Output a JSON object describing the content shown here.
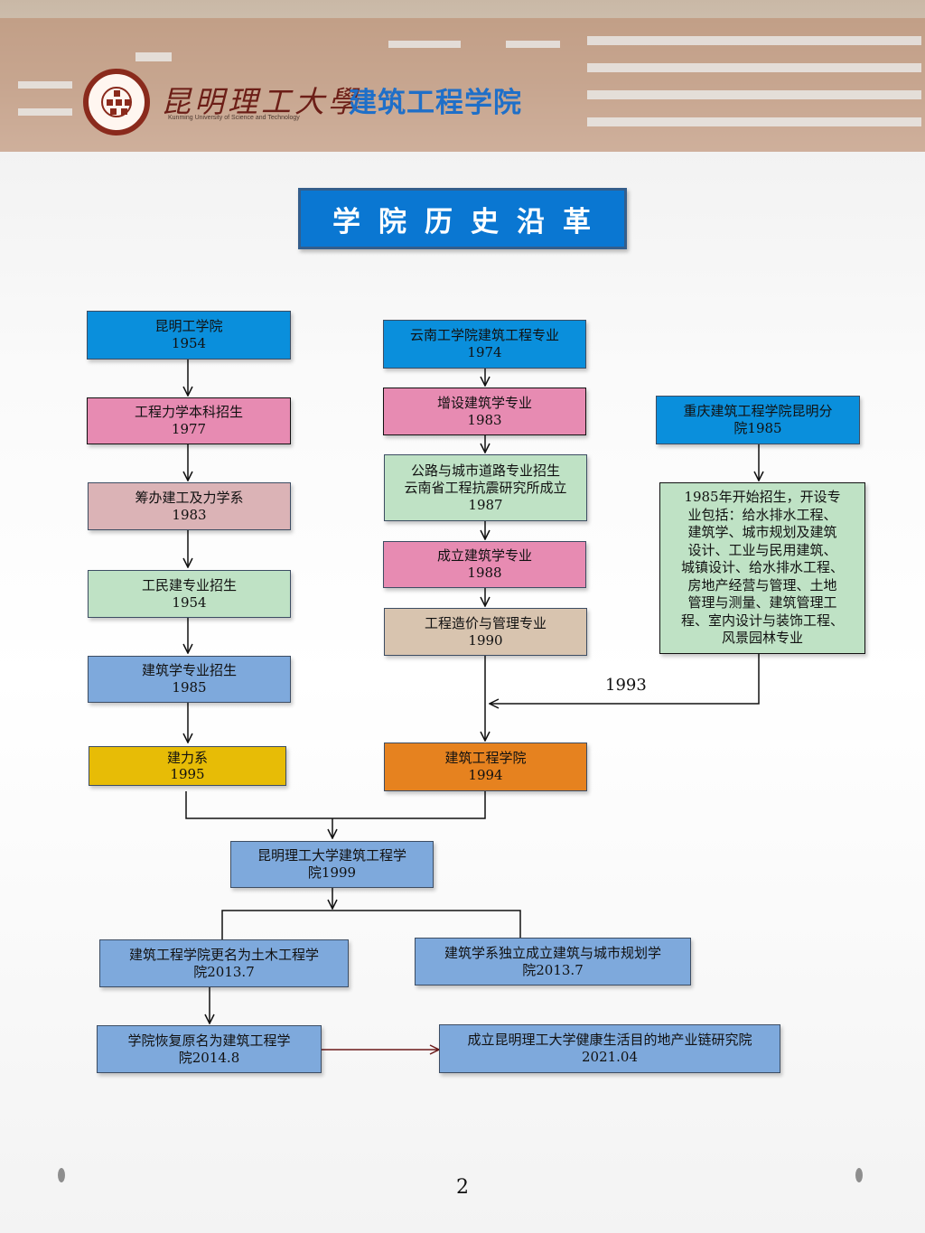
{
  "header": {
    "university_cn": "昆明理工大學",
    "university_en": "Kunming University of Science and Technology",
    "department": "建筑工程学院"
  },
  "title": "学院历史沿革",
  "boxes": {
    "kmgxy": {
      "name": "昆明工学院",
      "year": "1954",
      "color": "#0a8fdc"
    },
    "glx": {
      "name": "工程力学本科招生",
      "year": "1977",
      "color": "#e78bb2"
    },
    "cbjg": {
      "name": "筹办建工及力学系",
      "year": "1983",
      "color": "#dbb3b6"
    },
    "gmj": {
      "name": "工民建专业招生",
      "year": "1954",
      "color": "#bfe2c5"
    },
    "jzxzy": {
      "name": "建筑学专业招生",
      "year": "1985",
      "color": "#7ea9dc"
    },
    "jlx": {
      "name": "建力系",
      "year": "1995",
      "color": "#e7bc06"
    },
    "yngxy": {
      "name": "云南工学院建筑工程专业",
      "year": "1974",
      "color": "#0a8fdc"
    },
    "zsjz": {
      "name": "增设建筑学专业",
      "year": "1983",
      "color": "#e78bb2"
    },
    "glcs": {
      "line1": "公路与城市道路专业招生",
      "line2": "云南省工程抗震研究所成立",
      "year": "1987",
      "color": "#bfe2c5"
    },
    "cljz": {
      "name": "成立建筑学专业",
      "year": "1988",
      "color": "#e78bb2"
    },
    "gczj": {
      "name": "工程造价与管理专业",
      "year": "1990",
      "color": "#d8c4af"
    },
    "jzgcxy": {
      "name": "建筑工程学院",
      "year": "1994",
      "color": "#e6821f"
    },
    "cqjz": {
      "line1": "重庆建筑工程学院昆明分",
      "line2": "院1985",
      "color": "#0a8fdc"
    },
    "zs1985": {
      "lines": [
        "1985年开始招生，开设专",
        "业包括：给水排水工程、",
        "建筑学、城市规划及建筑",
        "设计、工业与民用建筑、",
        "城镇设计、给水排水工程、",
        "房地产经营与管理、土地",
        "管理与测量、建筑管理工",
        "程、室内设计与装饰工程、",
        "风景园林专业"
      ],
      "color": "#bfe2c5"
    },
    "kmlg": {
      "line1": "昆明理工大学建筑工程学",
      "line2": "院1999",
      "color": "#7ea9dc"
    },
    "gmtm": {
      "line1": "建筑工程学院更名为土木工程学",
      "line2": "院2013.7",
      "color": "#7ea9dc"
    },
    "jzxdl": {
      "line1": "建筑学系独立成立建筑与城市规划学",
      "line2": "院2013.7",
      "color": "#7ea9dc"
    },
    "hfym": {
      "line1": "学院恢复原名为建筑工程学",
      "line2": "院2014.8",
      "color": "#7ea9dc"
    },
    "jkyj": {
      "line1": "成立昆明理工大学健康生活目的地产业链研究院",
      "line2": "2021.04",
      "color": "#7ea9dc"
    }
  },
  "merge_label": "1993",
  "page_number": "2"
}
